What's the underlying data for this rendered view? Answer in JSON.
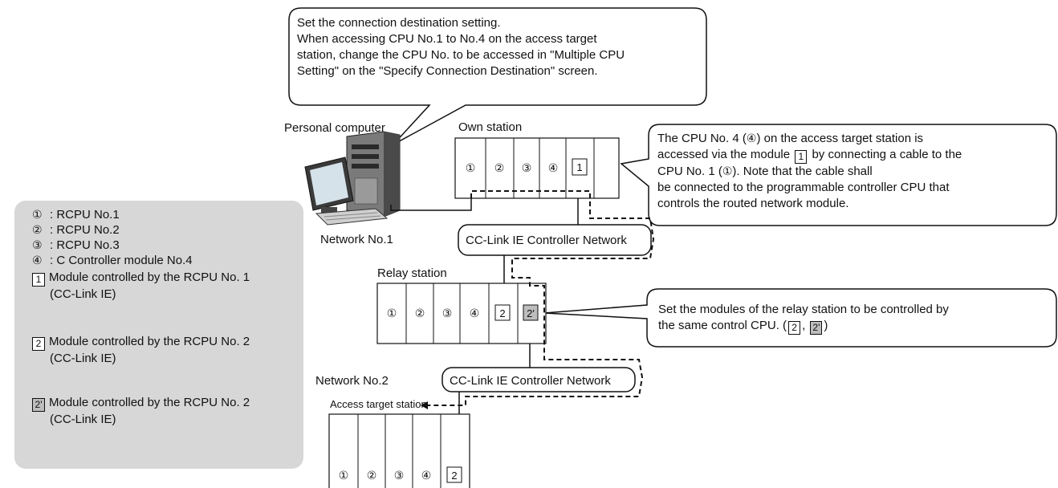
{
  "callouts": {
    "top": {
      "line1": "Set the connection destination setting.",
      "line2": "When accessing CPU No.1 to No.4 on the access target",
      "line3": "station, change the CPU No. to be accessed in \"Multiple CPU",
      "line4": "Setting\" on the \"Specify Connection Destination\" screen."
    },
    "right_top": {
      "l1": "The CPU No. 4 (",
      "l1_sym": "④",
      "l1_end": ") on the access target station is",
      "l2_a": "accessed via the module",
      "l2_box": "1",
      "l2_b": "by connecting a cable to the",
      "l3_a": "CPU No. 1 (",
      "l3_sym": "①",
      "l3_b": "). Note that the cable shall",
      "l4": "be connected to the programmable controller CPU that",
      "l5": "controls the routed network module."
    },
    "right_mid": {
      "l1": "Set the modules of the relay station to be controlled by",
      "l2_a": "the same control CPU. (",
      "box1": "2",
      "sep": ",",
      "box2": "2'",
      "l2_end": ")"
    }
  },
  "labels": {
    "personal_computer": "Personal computer",
    "own_station": "Own station",
    "relay_station": "Relay station",
    "access_target_station": "Access target station",
    "network1": "Network No.1",
    "network2": "Network No.2",
    "cc_link_1": "CC-Link IE Controller Network",
    "cc_link_2": "CC-Link IE Controller Network"
  },
  "stations": {
    "own": {
      "slots": [
        "①",
        "②",
        "③",
        "④"
      ],
      "module": "1"
    },
    "relay": {
      "slots": [
        "①",
        "②",
        "③",
        "④"
      ],
      "module_a": "2",
      "module_b": "2'"
    },
    "target": {
      "slots": [
        "①",
        "②",
        "③",
        "④"
      ],
      "module": "2"
    }
  },
  "legend": {
    "items": [
      {
        "sym": "①",
        "text": ": RCPU No.1"
      },
      {
        "sym": "②",
        "text": ": RCPU No.2"
      },
      {
        "sym": "③",
        "text": ": RCPU No.3"
      },
      {
        "sym": "④",
        "text": ": C Controller module No.4"
      }
    ],
    "modules": [
      {
        "box": "1",
        "line1": "Module controlled by the RCPU No. 1",
        "line2": "(CC-Link IE)"
      },
      {
        "box": "2",
        "line1": "Module controlled by the RCPU No. 2",
        "line2": "(CC-Link IE)"
      },
      {
        "box": "2'",
        "line1": "Module controlled by the RCPU No. 2",
        "line2": "(CC-Link IE)"
      }
    ]
  }
}
